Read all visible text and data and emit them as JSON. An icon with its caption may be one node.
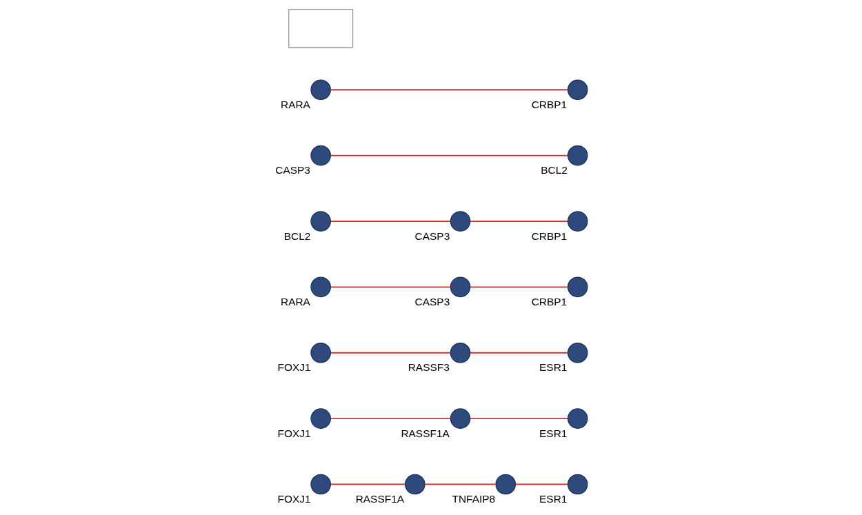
{
  "diagram": {
    "nodes": [
      {
        "text": [],
        "shape": "box"
      },
      {
        "text": [
          "RARA"
        ]
      },
      {
        "text": [
          "CRBP1"
        ]
      },
      {
        "text": [
          "CASP3"
        ]
      },
      {
        "text": [
          "BCL2"
        ]
      },
      {
        "text": [
          "BCL2"
        ]
      },
      {
        "text": [
          "CASP3"
        ]
      },
      {
        "text": [
          "CRBP1"
        ]
      },
      {
        "text": [
          "RARA"
        ]
      },
      {
        "text": [
          "CASP3"
        ]
      },
      {
        "text": [
          "CRBP1"
        ]
      },
      {
        "text": [
          "FOXJ1"
        ]
      },
      {
        "text": [
          "RASSF3"
        ]
      },
      {
        "text": [
          "ESR1"
        ]
      },
      {
        "text": [
          "FOXJ1"
        ]
      },
      {
        "text": [
          "RASSF1A"
        ]
      },
      {
        "text": [
          "ESR1"
        ]
      },
      {
        "text": [
          "FOXJ1"
        ]
      },
      {
        "text": [
          "RASSF1A"
        ]
      },
      {
        "text": [
          "TNFAIP8"
        ]
      },
      {
        "text": [
          "ESR1"
        ]
      }
    ],
    "edges": [
      {
        "from": 1,
        "to": 2,
        "arrow": "none"
      },
      {
        "from": 3,
        "to": 4,
        "arrow": "none"
      },
      {
        "from": 5,
        "to": 6,
        "arrow": "none"
      },
      {
        "from": 6,
        "to": 7,
        "arrow": "none"
      },
      {
        "from": 8,
        "to": 9,
        "arrow": "none"
      },
      {
        "from": 9,
        "to": 10,
        "arrow": "none"
      },
      {
        "from": 11,
        "to": 12,
        "arrow": "none"
      },
      {
        "from": 12,
        "to": 13,
        "arrow": "none"
      },
      {
        "from": 14,
        "to": 15,
        "arrow": "none"
      },
      {
        "from": 15,
        "to": 16,
        "arrow": "none"
      },
      {
        "from": 17,
        "to": 18,
        "arrow": "none"
      },
      {
        "from": 18,
        "to": 19,
        "arrow": "none"
      },
      {
        "from": 19,
        "to": 20,
        "arrow": "none"
      }
    ]
  }
}
